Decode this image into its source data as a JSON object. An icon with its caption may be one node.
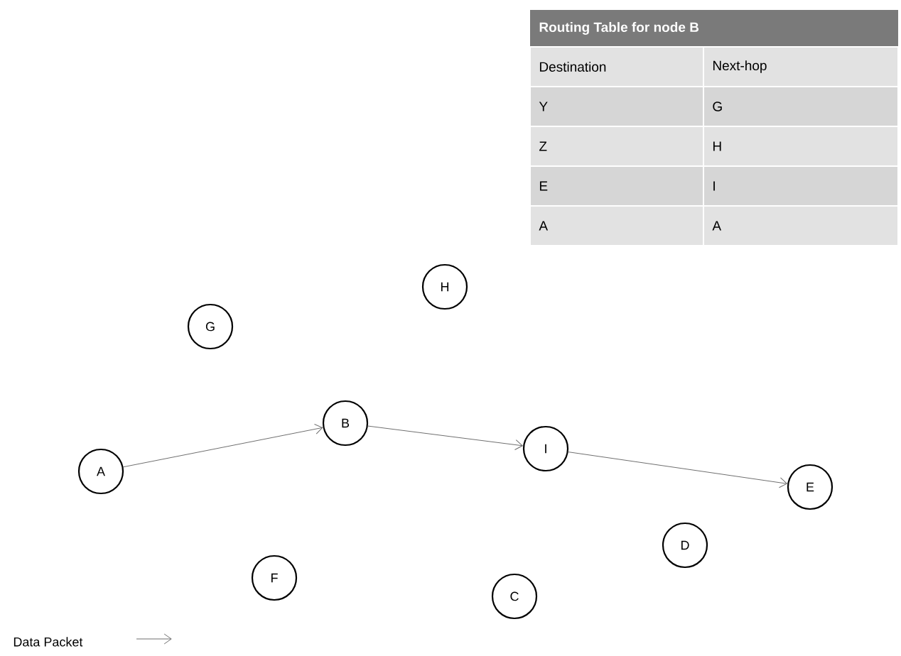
{
  "diagram": {
    "nodes": [
      {
        "text": [
          "A"
        ]
      },
      {
        "text": [
          "B"
        ]
      },
      {
        "text": [
          "I"
        ]
      },
      {
        "text": [
          "E"
        ]
      },
      {
        "text": [
          "G"
        ]
      },
      {
        "text": [
          "H"
        ]
      },
      {
        "text": [
          "F"
        ]
      },
      {
        "text": [
          "C"
        ]
      },
      {
        "text": [
          "D"
        ]
      }
    ],
    "edges": [
      {
        "from": 0,
        "to": 1,
        "arrow": "to"
      },
      {
        "from": 1,
        "to": 2,
        "arrow": "to"
      },
      {
        "from": 2,
        "to": 3,
        "arrow": "to"
      }
    ],
    "labels": [
      "Routing Table for node B",
      "Destination",
      "Next-hop",
      "Y",
      "G",
      "Z",
      "H",
      "E",
      "I",
      "A",
      "A"
    ],
    "legend": [
      {
        "text": "Data Packet"
      }
    ]
  }
}
